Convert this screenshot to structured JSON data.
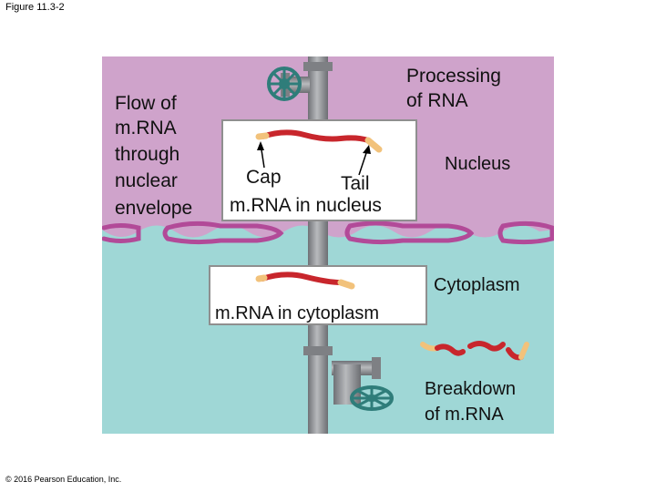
{
  "figure_label": "Figure 11.3-2",
  "copyright": "© 2016 Pearson Education, Inc.",
  "labels": {
    "processing_line1": "Processing",
    "processing_line2": "of RNA",
    "flow_lines": [
      "Flow of",
      "m.RNA",
      "through",
      "nuclear",
      "envelope"
    ],
    "nucleus": "Nucleus",
    "cap": "Cap",
    "tail": "Tail",
    "mrna_nucleus": "m.RNA in nucleus",
    "cytoplasm": "Cytoplasm",
    "mrna_cytoplasm": "m.RNA in cytoplasm",
    "breakdown_line1": "Breakdown",
    "breakdown_line2": "of m.RNA"
  },
  "colors": {
    "nucleus": "#cfa3cb",
    "cytoplasm": "#9fd7d6",
    "membrane": "#b24a98",
    "pipe": "#8d8f93",
    "valve": "#2f7d7a",
    "mrna": "#c8262c",
    "cap_tail": "#f2c27b"
  }
}
